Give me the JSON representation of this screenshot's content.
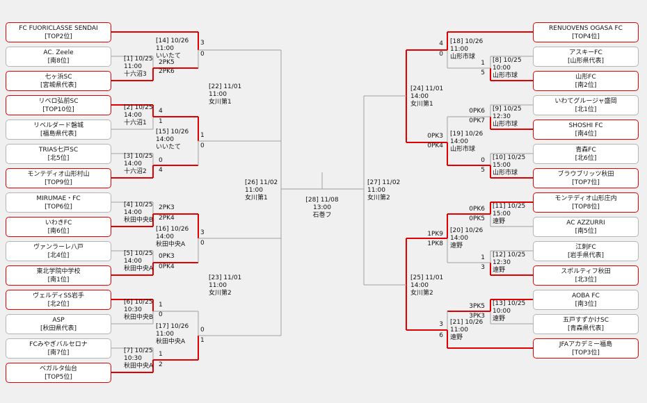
{
  "colors": {
    "winner": "#e00000",
    "normal": "#a0a0a0",
    "team_border": "#b4b4b4",
    "background": "#f0f0f0"
  },
  "teams_left": [
    {
      "name": "FC FUORICLASSE SENDAI",
      "label": "[TOP2位]"
    },
    {
      "name": "AC. Zeele",
      "label": "[南8位]"
    },
    {
      "name": "七ヶ浜SC",
      "label": "[宮城県代表]"
    },
    {
      "name": "リベロ弘前SC",
      "label": "[TOP10位]"
    },
    {
      "name": "リベルダード磐城",
      "label": "[福島県代表]"
    },
    {
      "name": "TRIAS七戸SC",
      "label": "[北5位]"
    },
    {
      "name": "モンテディオ山形村山",
      "label": "[TOP9位]"
    },
    {
      "name": "MIRUMAE・FC",
      "label": "[TOP6位]"
    },
    {
      "name": "いわきFC",
      "label": "[南6位]"
    },
    {
      "name": "ヴァンラーレ八戸",
      "label": "[北4位]"
    },
    {
      "name": "東北学院中学校",
      "label": "[南1位]"
    },
    {
      "name": "ヴェルディSS岩手",
      "label": "[北2位]"
    },
    {
      "name": "ASP",
      "label": "[秋田県代表]"
    },
    {
      "name": "FCみやぎバルセロナ",
      "label": "[南7位]"
    },
    {
      "name": "ベガルタ仙台",
      "label": "[TOP5位]"
    }
  ],
  "teams_right": [
    {
      "name": "RENUOVENS OGASA FC",
      "label": "[TOP4位]"
    },
    {
      "name": "アスキーFC",
      "label": "[山形県代表]"
    },
    {
      "name": "山形FC",
      "label": "[南2位]"
    },
    {
      "name": "いわてグルージャ盛岡",
      "label": "[北1位]"
    },
    {
      "name": "SHOSHI FC",
      "label": "[南4位]"
    },
    {
      "name": "青森FC",
      "label": "[北6位]"
    },
    {
      "name": "ブラウブリッツ秋田",
      "label": "[TOP7位]"
    },
    {
      "name": "モンテディオ山形庄内",
      "label": "[TOP8位]"
    },
    {
      "name": "AC AZZURRI",
      "label": "[南5位]"
    },
    {
      "name": "江刺FC",
      "label": "[岩手県代表]"
    },
    {
      "name": "スポルティフ秋田",
      "label": "[北3位]"
    },
    {
      "name": "AOBA FC",
      "label": "[南3位]"
    },
    {
      "name": "五戸すずかけSC",
      "label": "[青森県代表]"
    },
    {
      "name": "JFAアカデミー福島",
      "label": "[TOP3位]"
    }
  ],
  "matches": {
    "m1": [
      "[1] 10/25",
      "11:00",
      "十六沼3"
    ],
    "m2": [
      "[2] 10/25",
      "14:00",
      "十六沼1"
    ],
    "m3": [
      "[3] 10/25",
      "14:00",
      "十六沼2"
    ],
    "m4": [
      "[4] 10/25",
      "14:00",
      "秋田中央B"
    ],
    "m5": [
      "[5] 10/25",
      "14:00",
      "秋田中央A"
    ],
    "m6": [
      "[6] 10/25",
      "10:30",
      "秋田中央B"
    ],
    "m7": [
      "[7] 10/25",
      "10:30",
      "秋田中央A"
    ],
    "m8": [
      "[8] 10/25",
      "10:00",
      "山形市球"
    ],
    "m9": [
      "[9] 10/25",
      "12:30",
      "山形市球"
    ],
    "m10": [
      "[10] 10/25",
      "15:00",
      "山形市球"
    ],
    "m11": [
      "[11] 10/25",
      "15:00",
      "遠野"
    ],
    "m12": [
      "[12] 10/25",
      "12:30",
      "遠野"
    ],
    "m13": [
      "[13] 10/25",
      "10:00",
      "遠野"
    ],
    "m14": [
      "[14] 10/26",
      "11:00",
      "いいたて"
    ],
    "m15": [
      "[15] 10/26",
      "14:00",
      "いいたて"
    ],
    "m16": [
      "[16] 10/26",
      "14:00",
      "秋田中央A"
    ],
    "m17": [
      "[17] 10/26",
      "11:00",
      "秋田中央A"
    ],
    "m18": [
      "[18] 10/26",
      "11:00",
      "山形市球"
    ],
    "m19": [
      "[19] 10/26",
      "14:00",
      "山形市球"
    ],
    "m20": [
      "[20] 10/26",
      "14:00",
      "遠野"
    ],
    "m21": [
      "[21] 10/26",
      "11:00",
      "遠野"
    ],
    "m22": [
      "[22] 11/01",
      "11:00",
      "女川第1"
    ],
    "m23": [
      "[23] 11/01",
      "11:00",
      "女川第2"
    ],
    "m24": [
      "[24] 11/01",
      "14:00",
      "女川第1"
    ],
    "m25": [
      "[25] 11/01",
      "14:00",
      "女川第2"
    ],
    "m26": [
      "[26] 11/02",
      "11:00",
      "女川第1"
    ],
    "m27": [
      "[27] 11/02",
      "11:00",
      "女川第2"
    ],
    "m28": [
      "[28] 11/08",
      "13:00",
      "石巻フ"
    ]
  },
  "scores": {
    "m1": [
      "2PK5",
      "2PK6"
    ],
    "m2": [
      "4",
      "1"
    ],
    "m3": [
      "0",
      "4"
    ],
    "m4": [
      "2PK3",
      "2PK4"
    ],
    "m5": [
      "0PK3",
      "0PK4"
    ],
    "m6": [
      "1",
      "0"
    ],
    "m7": [
      "1",
      "2"
    ],
    "m8": [
      "1",
      "5"
    ],
    "m9": [
      "0PK6",
      "0PK7"
    ],
    "m10": [
      "0",
      "5"
    ],
    "m11": [
      "0PK6",
      "0PK5"
    ],
    "m12": [
      "1",
      "3"
    ],
    "m13": [
      "3PK5",
      "3PK3"
    ],
    "m14": [
      "3",
      "0"
    ],
    "m15": [
      "1",
      "0"
    ],
    "m16": [
      "3",
      "0"
    ],
    "m17": [
      "0",
      "1"
    ],
    "m18": [
      "4",
      "0"
    ],
    "m19": [
      "0PK3",
      "0PK4"
    ],
    "m20": [
      "1PK9",
      "1PK8"
    ],
    "m21": [
      "3",
      "6"
    ]
  }
}
